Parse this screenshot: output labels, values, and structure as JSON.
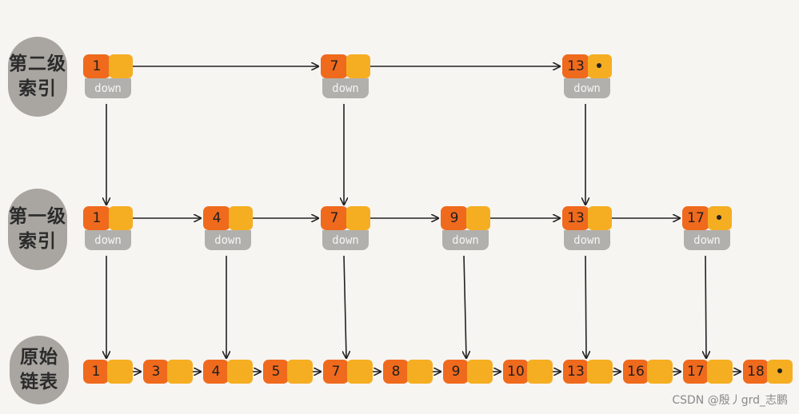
{
  "labels": {
    "level2": [
      "第二级",
      "索引"
    ],
    "level1": [
      "第一级",
      "索引"
    ],
    "base": [
      "原始",
      "链表"
    ]
  },
  "down_text": "down",
  "level2_keys": [
    "1",
    "7",
    "13"
  ],
  "level1_keys": [
    "1",
    "4",
    "7",
    "9",
    "13",
    "17"
  ],
  "base_keys": [
    "1",
    "3",
    "4",
    "5",
    "7",
    "8",
    "9",
    "10",
    "13",
    "16",
    "17",
    "18"
  ],
  "watermark": "CSDN @殷丿grd_志鹏",
  "colors": {
    "key": "#ef6a1d",
    "pointer": "#f5ae22",
    "down": "#b2b0ac",
    "label_bg": "#a9a6a1",
    "arrow": "#222222"
  }
}
